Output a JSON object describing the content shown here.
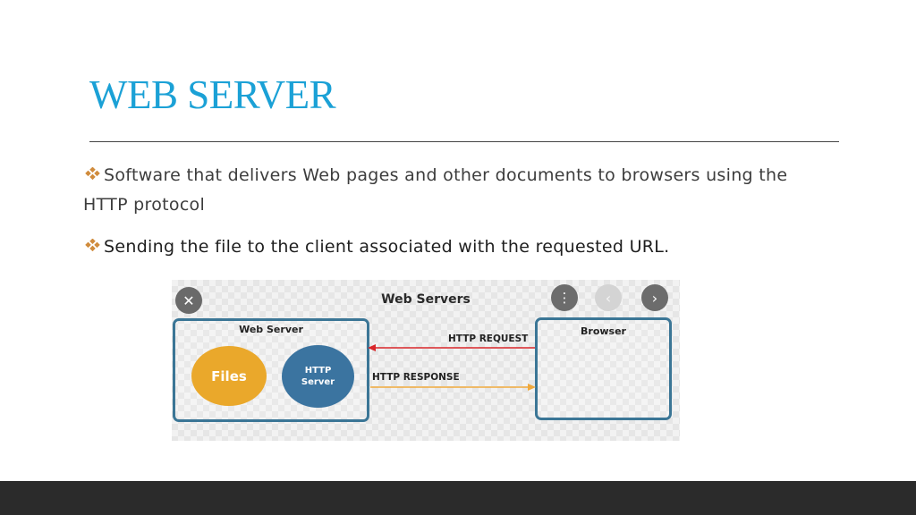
{
  "slide": {
    "title": "WEB SERVER",
    "bullets": [
      {
        "text": "Software that delivers Web pages and other documents to browsers using the HTTP protocol"
      },
      {
        "text": "Sending the file to the client associated with the requested URL."
      }
    ],
    "bullet_color": "#D08B3C",
    "title_color": "#1BA1D6"
  },
  "diagram": {
    "title": "Web Servers",
    "controls": {
      "close_icon": "close-icon",
      "menu_icon": "more-vertical-icon",
      "prev_icon": "chevron-left-icon",
      "next_icon": "chevron-right-icon"
    },
    "server_box": {
      "label": "Web Server",
      "files_label": "Files",
      "http_server_label_line1": "HTTP",
      "http_server_label_line2": "Server"
    },
    "browser_box": {
      "label": "Browser"
    },
    "request_label": "HTTP REQUEST",
    "response_label": "HTTP RESPONSE",
    "colors": {
      "box_border": "#3b7696",
      "files_circle": "#EAA82B",
      "http_server_circle": "#3B74A0",
      "request_arrow": "#D9262A",
      "response_arrow": "#F0A93C"
    }
  }
}
